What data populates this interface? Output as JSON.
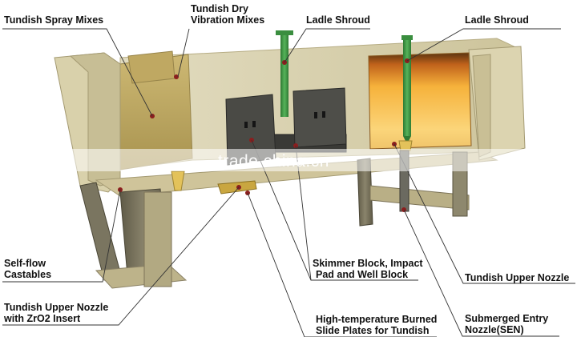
{
  "labels": {
    "tundish_spray_mixes": "Tundish Spray Mixes",
    "tundish_dry_vibration_line1": "Tundish Dry",
    "tundish_dry_vibration_line2": "Vibration Mixes",
    "ladle_shroud_left": "Ladle Shroud",
    "ladle_shroud_right": "Ladle Shroud",
    "self_flow_line1": "Self-flow",
    "self_flow_line2": "Castables",
    "skimmer_line1": "Skimmer Block, Impact",
    "skimmer_line2": "Pad and Well Block",
    "tundish_upper_nozzle_right": "Tundish Upper Nozzle",
    "tundish_upper_zro2_line1": "Tundish Upper  Nozzle",
    "tundish_upper_zro2_line2": "with ZrO2 Insert",
    "slide_plates_line1": "High-temperature Burned",
    "slide_plates_line2": "Slide Plates for Tundish",
    "sen_line1": "Submerged Entry",
    "sen_line2": "Nozzle(SEN)"
  },
  "watermark": "trade.china.cn",
  "colors": {
    "refractory_wall": "#d7cfa6",
    "lining": "#c9b46a",
    "steel": "#6f6a56",
    "molten_steel": "#f3b23a",
    "shroud": "#3f9a44",
    "leader_line": "#c0392b",
    "label_line": "#333333"
  }
}
